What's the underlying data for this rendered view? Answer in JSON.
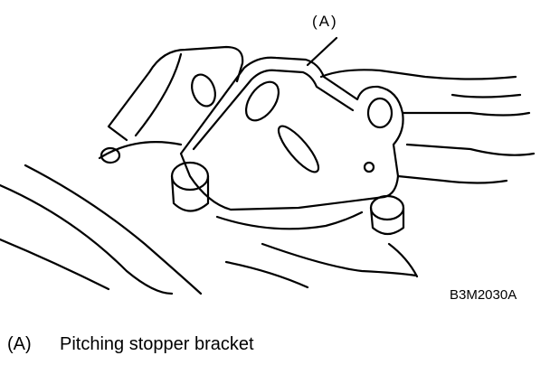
{
  "figure": {
    "callout_label": "(A)",
    "figure_code": "B3M2030A"
  },
  "legend": [
    {
      "key": "(A)",
      "description": "Pitching stopper bracket"
    }
  ]
}
